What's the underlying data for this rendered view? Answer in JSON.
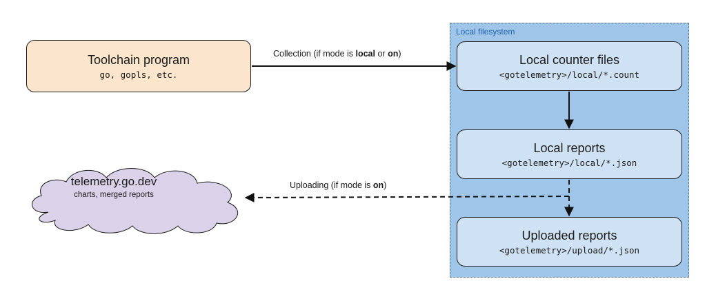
{
  "container": {
    "label": "Local filesystem"
  },
  "nodes": {
    "toolchain": {
      "title": "Toolchain program",
      "subtitle": "go, gopls, etc."
    },
    "counter_files": {
      "title": "Local counter files",
      "subtitle": "<gotelemetry>/local/*.count"
    },
    "local_reports": {
      "title": "Local reports",
      "subtitle": "<gotelemetry>/local/*.json"
    },
    "uploaded_reports": {
      "title": "Uploaded reports",
      "subtitle": "<gotelemetry>/upload/*.json"
    },
    "server": {
      "title": "telemetry.go.dev",
      "subtitle": "charts, merged reports"
    }
  },
  "edges": {
    "collection": {
      "prefix": "Collection (if mode is ",
      "mode1": "local",
      "joiner": " or ",
      "mode2": "on",
      "suffix": ")"
    },
    "uploading": {
      "prefix": "Uploading (if mode is ",
      "mode": "on",
      "suffix": ")"
    }
  },
  "colors": {
    "filesystem_fill": "#9fc5e8",
    "node_blue": "#cfe2f3",
    "node_orange": "#fce5cd",
    "cloud_fill": "#d9d2e9",
    "container_label": "#1f5fa8"
  }
}
